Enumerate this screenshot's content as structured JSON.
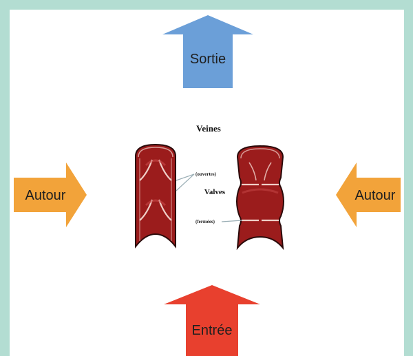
{
  "arrows": {
    "top": {
      "label": "Sortie",
      "color": "#6b9fd8"
    },
    "left": {
      "label": "Autour",
      "color": "#f2a33a"
    },
    "right": {
      "label": "Autour",
      "color": "#f2a33a"
    },
    "bottom": {
      "label": "Entrée",
      "color": "#e8402e"
    }
  },
  "center": {
    "title": "Veines",
    "valves_label": "Valves",
    "open_label": "(ouvertes)",
    "closed_label": "(fermées)"
  },
  "colors": {
    "frame": "#b3ddd2",
    "vein_fill": "#9b1c1c",
    "vein_dark": "#6e0f0f",
    "vein_outline": "#2a0a0a",
    "valve_line": "#f0cfc8"
  }
}
